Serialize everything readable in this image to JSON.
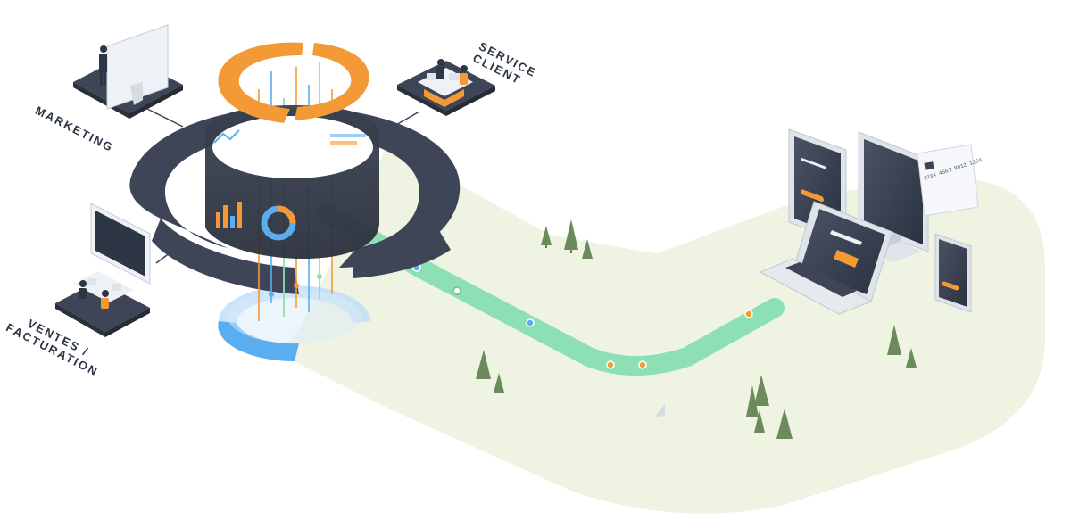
{
  "labels": {
    "marketing": "MARKETING",
    "service_line1": "SERVICE",
    "service_line2": "CLIENT",
    "ventes_line1": "VENTES /",
    "ventes_line2": "FACTURATION"
  },
  "card": {
    "number": "1234  4567  8912  1234"
  },
  "colors": {
    "ground": "#eef3e2",
    "path": "#8de0b4",
    "dark_ring": "#3d4556",
    "orange": "#f39a37",
    "blue": "#5aaef0",
    "tree": "#6d8a5c",
    "device": "#dfe3ea",
    "screen": "#3a4354"
  },
  "icons": [
    "pine-tree-icon",
    "laptop-icon",
    "tablet-icon",
    "monitor-icon",
    "phone-icon",
    "credit-card-icon",
    "desk-workstation-icon",
    "person-icon",
    "cursor-arrow-icon"
  ]
}
